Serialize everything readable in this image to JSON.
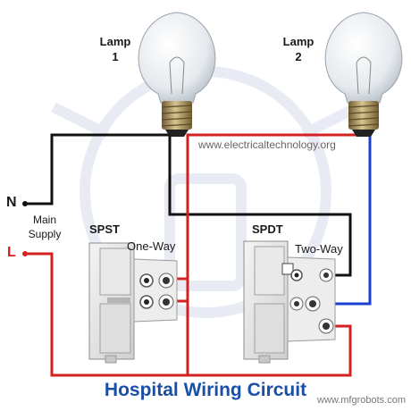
{
  "lamps": [
    {
      "label_line1": "Lamp",
      "label_line2": "1"
    },
    {
      "label_line1": "Lamp",
      "label_line2": "2"
    }
  ],
  "terminals": {
    "neutral": "N",
    "live": "L"
  },
  "supply": {
    "line1": "Main",
    "line2": "Supply"
  },
  "switches": [
    {
      "type": "SPST",
      "mode": "One-Way"
    },
    {
      "type": "SPDT",
      "mode": "Two-Way"
    }
  ],
  "watermark_url": "www.electricaltechnology.org",
  "title": "Hospital Wiring Circuit",
  "credit": "www.mfgrobots.com",
  "colors": {
    "live_wire": "#d32020",
    "neutral_wire": "#111111",
    "traveler_wire": "#1a3fcf",
    "title": "#1a4fa8"
  }
}
